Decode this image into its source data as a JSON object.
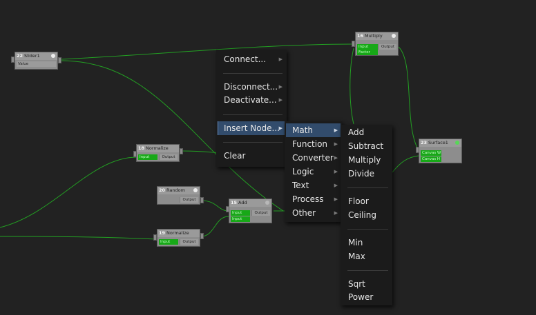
{
  "nodes": {
    "slider1": {
      "id": "22",
      "title": "Slider1",
      "outputs": [
        "Value"
      ],
      "dot": "white"
    },
    "multiply": {
      "id": "16",
      "title": "Multiply",
      "inputs": [
        "Input",
        "Factor"
      ],
      "output": "Output",
      "dot": "white"
    },
    "normalize18": {
      "id": "18",
      "title": "Normalize",
      "inputs": [
        "Input"
      ],
      "output": "Output",
      "dot": "none"
    },
    "random": {
      "id": "20",
      "title": "Random",
      "output": "Output",
      "dot": "white"
    },
    "add": {
      "id": "15",
      "title": "Add",
      "inputs": [
        "Input",
        "Input"
      ],
      "output": "Output",
      "dot": "grey"
    },
    "normalize19": {
      "id": "19",
      "title": "Normalize",
      "inputs": [
        "Input"
      ],
      "output": "Output",
      "dot": "none"
    },
    "surface1": {
      "id": "23",
      "title": "Surface1",
      "inputs": [
        "Canvas W",
        "Canvas H"
      ],
      "dot": "green"
    }
  },
  "context_menu": {
    "items": [
      {
        "label": "Connect...",
        "submenu": true
      },
      {
        "label": "Disconnect...",
        "submenu": true
      },
      {
        "label": "Deactivate...",
        "submenu": true
      },
      {
        "label": "Insert Node...",
        "submenu": true,
        "highlighted": true
      },
      {
        "label": "Clear",
        "submenu": false
      }
    ]
  },
  "category_menu": {
    "items": [
      {
        "label": "Math",
        "highlighted": true
      },
      {
        "label": "Function"
      },
      {
        "label": "Converter"
      },
      {
        "label": "Logic"
      },
      {
        "label": "Text"
      },
      {
        "label": "Process"
      },
      {
        "label": "Other"
      }
    ]
  },
  "math_menu": {
    "groups": [
      [
        "Add",
        "Subtract",
        "Multiply",
        "Divide"
      ],
      [
        "Floor",
        "Ceiling"
      ],
      [
        "Min",
        "Max"
      ],
      [
        "Sqrt",
        "Power"
      ]
    ]
  },
  "colors": {
    "background": "#222222",
    "wire": "#23a023",
    "node_body": "#8d8d8d",
    "port_active": "#17a817",
    "menu_bg": "#1b1b1b",
    "menu_highlight": "#324c6c"
  },
  "icons": {
    "submenu_arrow": "▶"
  }
}
